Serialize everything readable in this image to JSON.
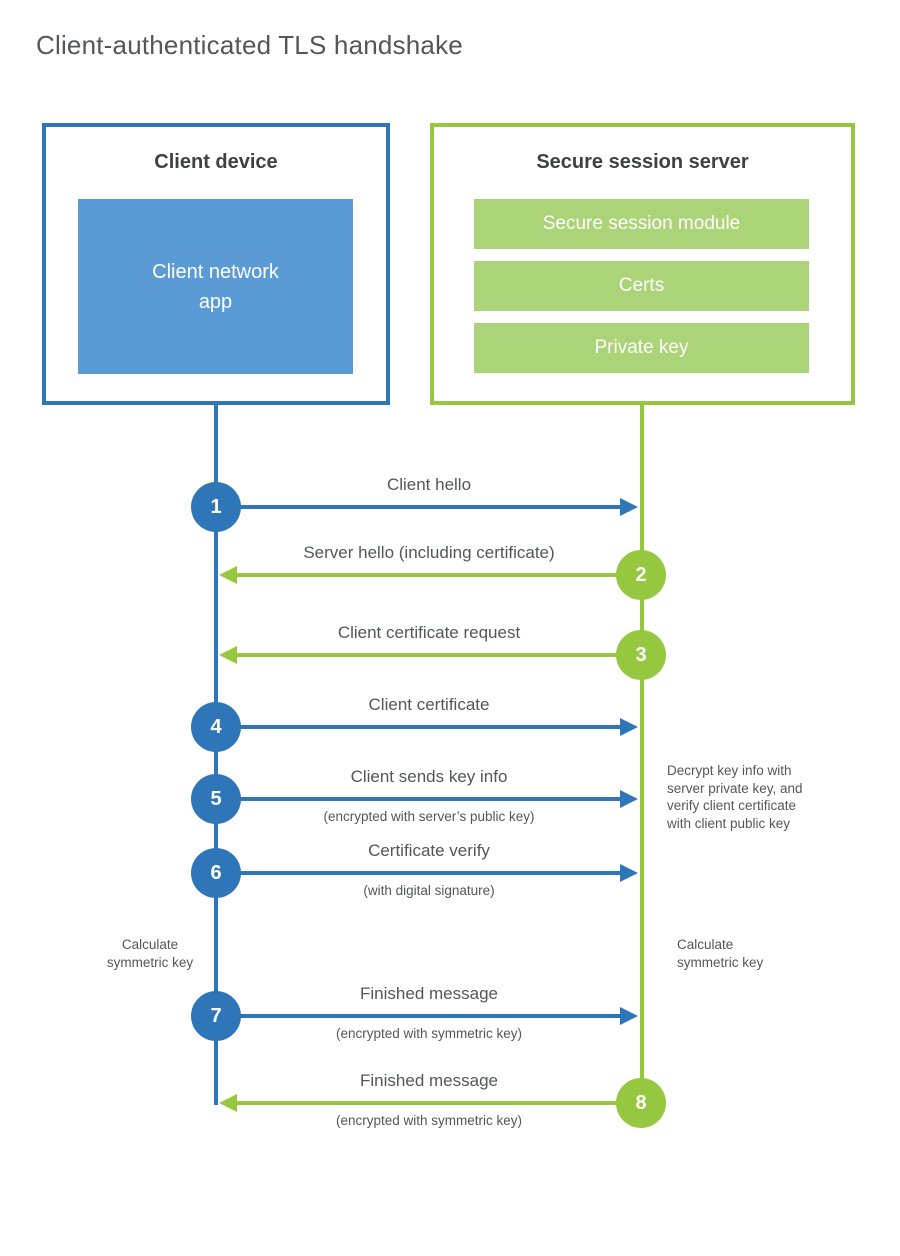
{
  "title": "Client-authenticated TLS handshake",
  "colors": {
    "blue": "#2e76b8",
    "blue_light": "#5b9bd5",
    "green": "#95c83f",
    "green_light": "#abd377",
    "heading_text": "#3f4142",
    "label_text": "#54565a"
  },
  "client": {
    "title": "Client device",
    "inner_label": "Client network\napp"
  },
  "server": {
    "title": "Secure session server",
    "modules": [
      "Secure session module",
      "Certs",
      "Private key"
    ]
  },
  "steps": [
    {
      "num": "1",
      "from": "client",
      "label": "Client hello",
      "sublabel": ""
    },
    {
      "num": "2",
      "from": "server",
      "label": "Server hello (including certificate)",
      "sublabel": ""
    },
    {
      "num": "3",
      "from": "server",
      "label": "Client certificate request",
      "sublabel": ""
    },
    {
      "num": "4",
      "from": "client",
      "label": "Client certificate",
      "sublabel": ""
    },
    {
      "num": "5",
      "from": "client",
      "label": "Client sends key info",
      "sublabel": "(encrypted with server’s public key)"
    },
    {
      "num": "6",
      "from": "client",
      "label": "Certificate verify",
      "sublabel": "(with digital signature)"
    },
    {
      "num": "7",
      "from": "client",
      "label": "Finished message",
      "sublabel": "(encrypted with symmetric key)"
    },
    {
      "num": "8",
      "from": "server",
      "label": "Finished message",
      "sublabel": "(encrypted with symmetric key)"
    }
  ],
  "annotations": {
    "decrypt_note": "Decrypt key info with\nserver private key, and\nverify client certificate\nwith client public key",
    "calc_left": "Calculate\nsymmetric key",
    "calc_right": "Calculate\nsymmetric key"
  }
}
